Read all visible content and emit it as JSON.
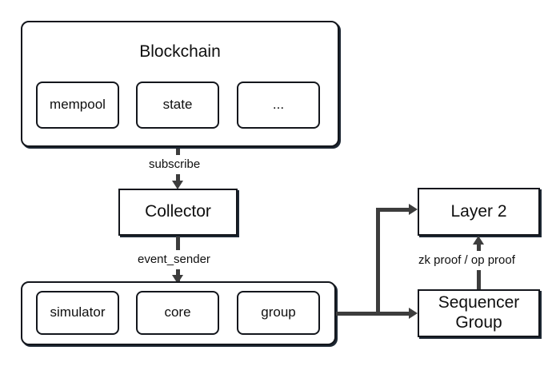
{
  "diagram": {
    "background_color": "#ffffff",
    "line_color": "#3d3d3d",
    "border_color": "#13161c",
    "shadow_color": "#1d2733",
    "blockchain": {
      "title": "Blockchain",
      "children": [
        {
          "label": "mempool"
        },
        {
          "label": "state"
        },
        {
          "label": "..."
        }
      ]
    },
    "collector": {
      "label": "Collector"
    },
    "node_group": {
      "children": [
        {
          "label": "simulator"
        },
        {
          "label": "core"
        },
        {
          "label": "group"
        }
      ]
    },
    "layer2": {
      "label": "Layer 2"
    },
    "sequencer_group": {
      "label_line1": "Sequencer",
      "label_line2": "Group"
    },
    "edges": [
      {
        "name": "subscribe",
        "label": "subscribe"
      },
      {
        "name": "event-sender",
        "label": "event_sender"
      },
      {
        "name": "proof",
        "label": "zk proof / op proof"
      }
    ]
  }
}
